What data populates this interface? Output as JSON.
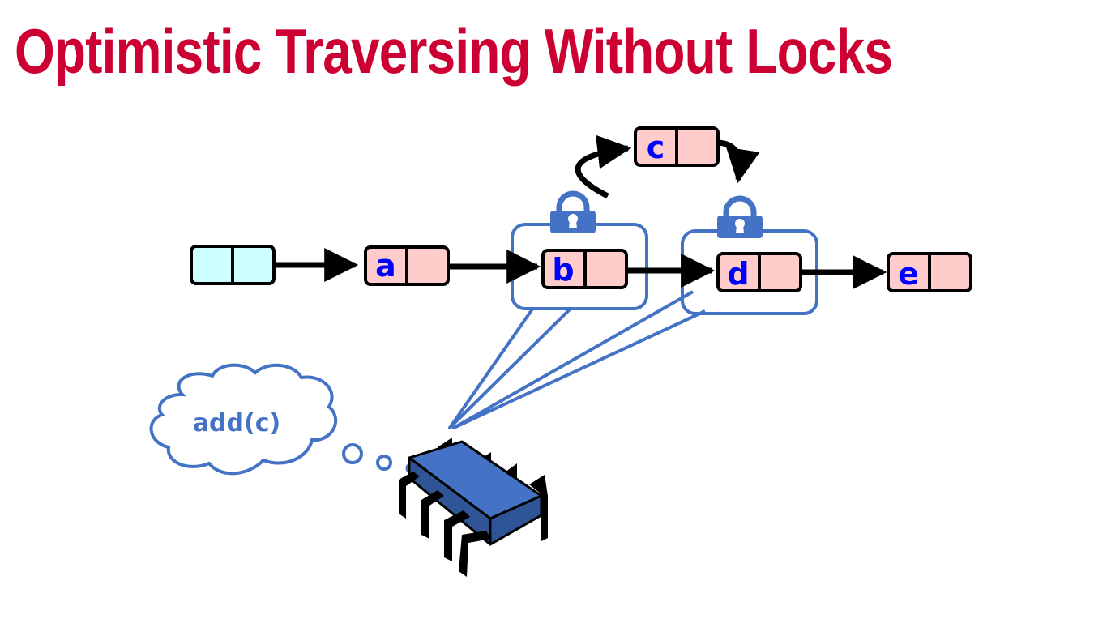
{
  "title": "Optimistic Traversing Without Locks",
  "nodes": {
    "head": {
      "label": ""
    },
    "a": {
      "label": "a"
    },
    "b": {
      "label": "b"
    },
    "c": {
      "label": "c"
    },
    "d": {
      "label": "d"
    },
    "e": {
      "label": "e"
    }
  },
  "thought": {
    "text": "add(c)"
  },
  "colors": {
    "title": "#cc0033",
    "node_fill": "#ffcccc",
    "head_fill": "#ccffff",
    "node_label": "#0000ff",
    "highlight": "#4472c4",
    "cpu": "#4472c4",
    "thought_text": "#4472c4"
  },
  "icons": [
    "lock-icon",
    "lock-icon",
    "cpu-icon",
    "thought-cloud-icon"
  ]
}
